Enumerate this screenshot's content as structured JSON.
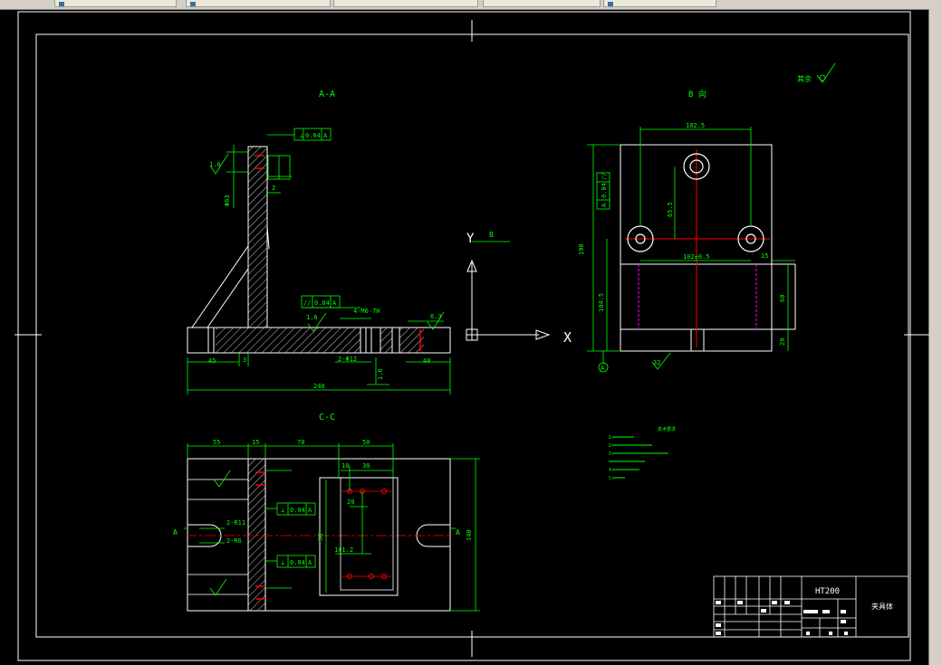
{
  "window": {
    "tabs": [
      {
        "label": "",
        "icon": "document-icon"
      },
      {
        "label": "",
        "icon": "toolbar-icon"
      },
      {
        "label": "",
        "icon": "toolbar-icon"
      },
      {
        "label": "",
        "icon": "toolbar-icon"
      },
      {
        "label": "",
        "icon": "toolbar-icon"
      },
      {
        "label": "",
        "icon": "toolbar-icon"
      }
    ]
  },
  "colors": {
    "background": "#000000",
    "frame": "#ffffff",
    "dimension": "#00ff00",
    "hatch": "#ffffff",
    "centerline": "#ff0000",
    "hidden": "#ff00ff",
    "ucs": "#ffffff"
  },
  "views": {
    "section_aa": {
      "title": "A-A",
      "tolerance_perp": {
        "symbol": "⊥",
        "value": "0.04",
        "datum": "A"
      },
      "tolerance_par": {
        "symbol": "//",
        "value": "0.04",
        "datum": "A"
      },
      "roughness_left": "1.6",
      "roughness_mid": "1.6",
      "roughness_right": "6.3",
      "dim_phi": "Φ63",
      "dim_2": "2",
      "dim_3": "3",
      "dim_45": "45",
      "dim_40": "40",
      "dim_240": "240",
      "thread": "4-M6-7H",
      "hole_note": "2-Φ12",
      "dim_16": "1.6"
    },
    "view_b": {
      "title": "B 向",
      "dim_top": "102.5",
      "dim_65": "65.5",
      "dim_102": "102±0.5",
      "dim_190": "190",
      "dim_104": "104.5",
      "dim_15": "15",
      "dim_60": "60",
      "dim_20": "20",
      "dim_32": "32",
      "datum": "A",
      "tolerance": {
        "symbol": "//",
        "value": "0.04",
        "datum": "A"
      }
    },
    "section_cc": {
      "title": "C-C",
      "dim_55": "55",
      "dim_15": "15",
      "dim_70": "70",
      "dim_50": "50",
      "dim_10": "10",
      "dim_30": "30",
      "dim_20": "20",
      "dim_r1": "2-R11",
      "dim_r2": "2-R6",
      "dim_101": "101.2",
      "dim_140": "140",
      "dim_38": "38",
      "section_a_left": "A",
      "section_a_right": "A",
      "tolerance1": {
        "symbol": "⊥",
        "value": "0.04",
        "datum": "A"
      },
      "tolerance2": {
        "symbol": "⊥",
        "value": "0.04",
        "datum": "A"
      }
    },
    "ucs": {
      "y": "Y",
      "x": "X",
      "b": "B"
    }
  },
  "notes": {
    "title": "技术要求",
    "lines": [
      "1.",
      "2.",
      "3.",
      "4.",
      "5."
    ]
  },
  "roughness_other": "其余",
  "title_block": {
    "material": "HT200",
    "part_name": "夹具体"
  }
}
